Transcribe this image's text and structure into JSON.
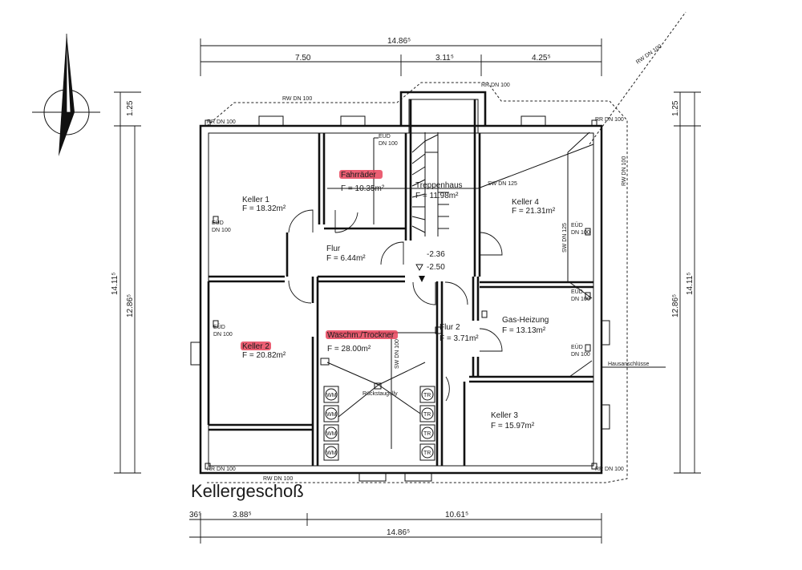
{
  "title": "Kellergeschoß",
  "rooms": {
    "keller1": {
      "name": "Keller 1",
      "area": "F = 18.32m²"
    },
    "fahrraeder": {
      "name": "Fahrräder",
      "area": "F = 10.35m²"
    },
    "treppenhaus": {
      "name": "Treppenhaus",
      "area": "F = 11.98m²"
    },
    "keller4": {
      "name": "Keller 4",
      "area": "F = 21.31m²"
    },
    "flur": {
      "name": "Flur",
      "area": "F = 6.44m²"
    },
    "keller2": {
      "name": "Keller 2",
      "area": "F = 20.82m²"
    },
    "waschen": {
      "name": "Waschm./Trockner",
      "area": "F = 28.00m²"
    },
    "flur2": {
      "name": "Flur 2",
      "area": "F = 3.71m²"
    },
    "gasheizung": {
      "name": "Gas-Heizung",
      "area": "F = 13.13m²"
    },
    "keller3": {
      "name": "Keller 3",
      "area": "F = 15.97m²"
    }
  },
  "pipes": {
    "rw": "RW DN 100",
    "rr": "RR DN 100",
    "eud": "EÜD",
    "dn100": "DN 100",
    "sw125": "SW DN 125",
    "sw100": "SW DN 100",
    "rueckstau": "Rückstaugully",
    "hausanschluss": "Hausanschlüsse"
  },
  "levels": {
    "top": "-2.36",
    "bottom": "-2.50"
  },
  "appliances": {
    "wm": "WM",
    "tr": "TR"
  },
  "dimensions": {
    "top_total": "14.86⁵",
    "top_a": "7.50",
    "top_b": "3.11⁵",
    "top_c": "4.25⁵",
    "left_total": "14.11⁵",
    "left_inner": "12.86⁵",
    "left_offset": "1.25",
    "right_total": "14.11⁵",
    "right_inner": "12.86⁵",
    "right_offset": "1.25",
    "bottom_a": "36⁵",
    "bottom_b": "3.88⁵",
    "bottom_c": "10.61⁵",
    "bottom_total": "14.86⁵"
  }
}
